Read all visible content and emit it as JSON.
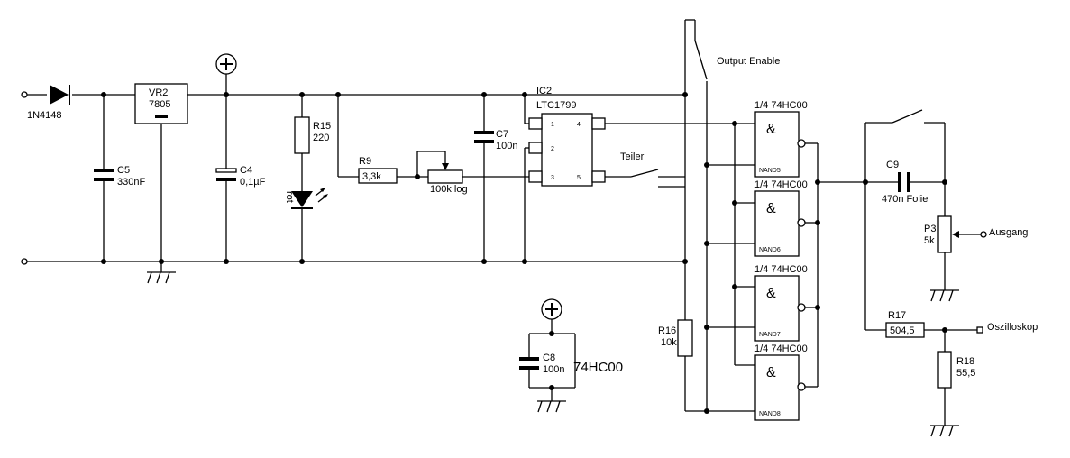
{
  "components": {
    "d1": {
      "name": "1N4148"
    },
    "vr2": {
      "name": "VR2",
      "value": "7805"
    },
    "c5": {
      "name": "C5",
      "value": "330nF"
    },
    "c4": {
      "name": "C4",
      "value": "0,1µF"
    },
    "r15": {
      "name": "R15",
      "value": "220"
    },
    "led": {
      "name": "rot"
    },
    "r9": {
      "name": "R9",
      "value": "3,3k"
    },
    "pot": {
      "value": "100k log"
    },
    "c7": {
      "name": "C7",
      "value": "100n"
    },
    "ic2": {
      "name": "IC2",
      "value": "LTC1799",
      "pins": [
        "1",
        "2",
        "3",
        "4",
        "5"
      ]
    },
    "c8": {
      "name": "C8",
      "value": "100n",
      "note": "74HC00"
    },
    "r16": {
      "name": "R16",
      "value": "10k"
    },
    "c9": {
      "name": "C9",
      "value": "470n Folie"
    },
    "p3": {
      "name": "P3",
      "value": "5k"
    },
    "r17": {
      "name": "R17",
      "value": "504,5"
    },
    "r18": {
      "name": "R18",
      "value": "55,5"
    }
  },
  "gates": [
    {
      "header": "1/4 74HC00",
      "label": "NAND5",
      "symbol": "&"
    },
    {
      "header": "1/4 74HC00",
      "label": "NAND6",
      "symbol": "&"
    },
    {
      "header": "1/4 74HC00",
      "label": "NAND7",
      "symbol": "&"
    },
    {
      "header": "1/4 74HC00",
      "label": "NAND8",
      "symbol": "&"
    }
  ],
  "labels": {
    "output_enable": "Output Enable",
    "teiler": "Teiler",
    "ausgang": "Ausgang",
    "oszilloskop": "Oszilloskop",
    "supply_symbol": "+"
  }
}
